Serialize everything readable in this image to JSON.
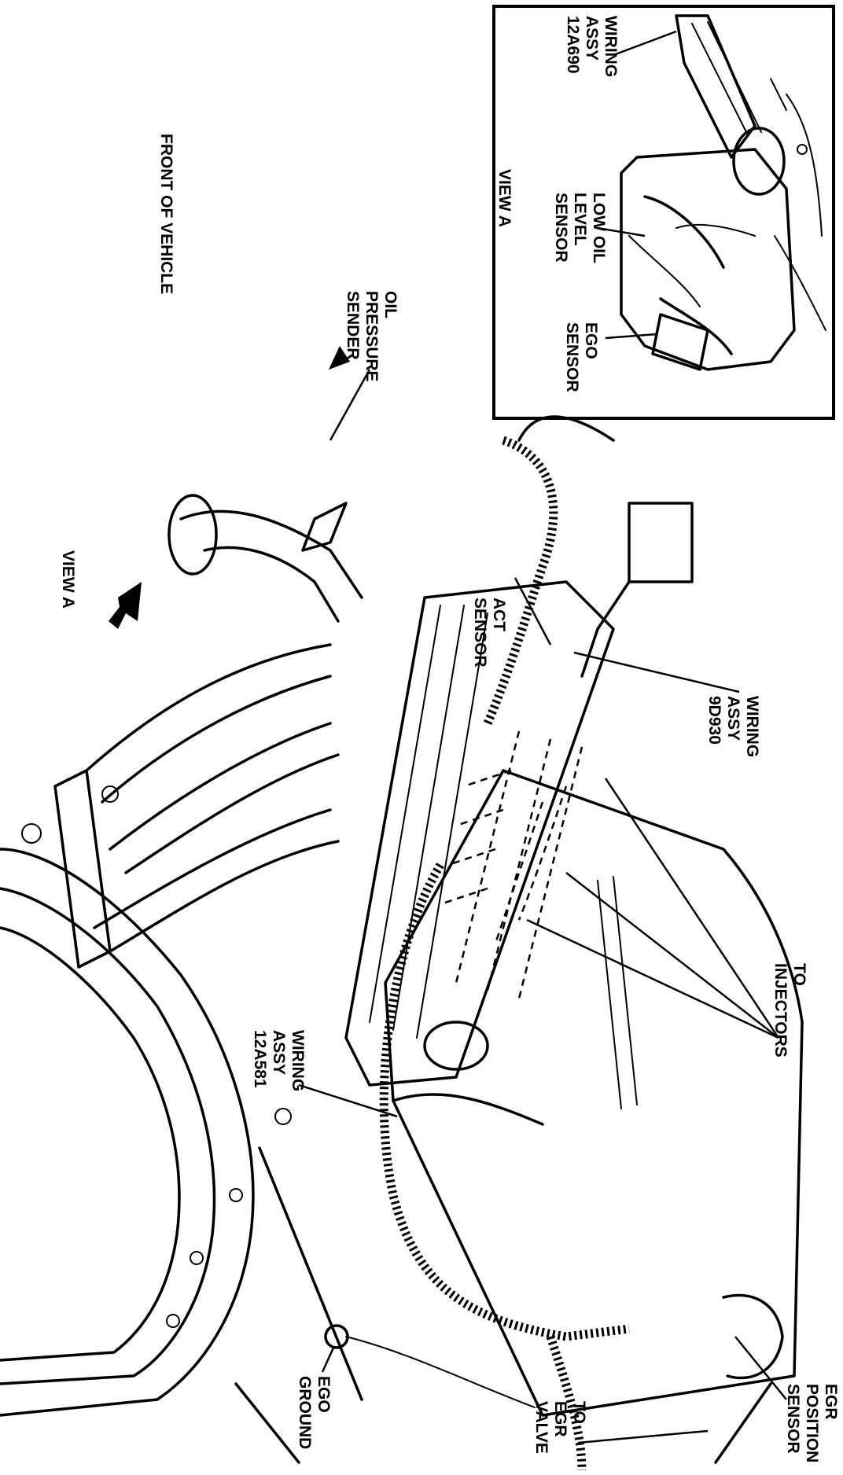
{
  "labels": {
    "wiring_assy_12a690": [
      "WIRING",
      "ASSY",
      "12A690"
    ],
    "low_oil_level_sensor": [
      "LOW OIL",
      "LEVEL",
      "SENSOR"
    ],
    "ego_sensor": [
      "EGO",
      "SENSOR"
    ],
    "view_a_inset": "VIEW A",
    "front_of_vehicle": "FRONT OF VEHICLE",
    "oil_pressure_sender": [
      "OIL",
      "PRESSURE",
      "SENDER"
    ],
    "view_a_arrow": "VIEW A",
    "act_sensor": [
      "ACT",
      "SENSOR"
    ],
    "wiring_assy_9d930": [
      "WIRING",
      "ASSY",
      "9D930"
    ],
    "to_injectors": [
      "TO",
      "INJECTORS"
    ],
    "wiring_assy_12a581": [
      "WIRING",
      "ASSY",
      "12A581"
    ],
    "ego_ground": [
      "EGO",
      "GROUND"
    ],
    "to_egr_valve": [
      "TO",
      "EGR",
      "VALVE"
    ],
    "egr_position_sensor": [
      "EGR",
      "POSITION",
      "SENSOR"
    ]
  }
}
